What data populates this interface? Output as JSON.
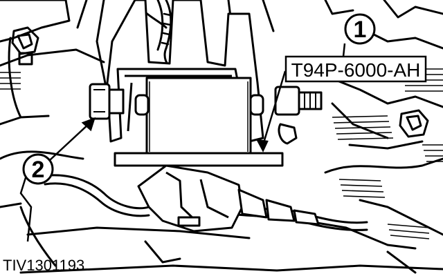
{
  "figure": {
    "callout_1": "1",
    "callout_2": "2",
    "tool_number": "T94P-6000-AH",
    "figure_id": "TIV1301193"
  }
}
